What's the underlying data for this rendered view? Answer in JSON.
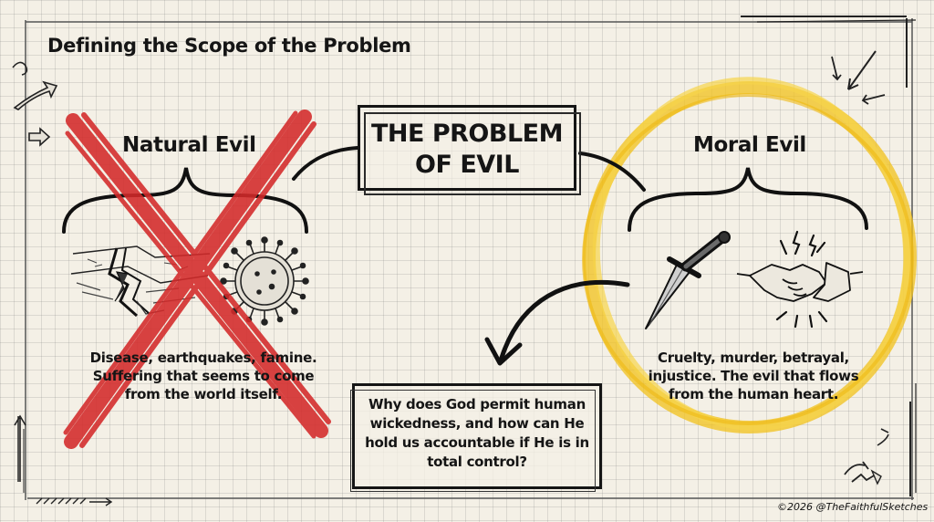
{
  "header": {
    "title": "Defining the Scope of the Problem"
  },
  "center": {
    "title_line1": "THE PROBLEM",
    "title_line2": "OF EVIL"
  },
  "natural": {
    "heading": "Natural Evil",
    "description": "Disease, earthquakes, famine. Suffering that seems to come from the world itself.",
    "icons": [
      "earthquake-crack-icon",
      "virus-icon"
    ],
    "cross_color": "#d42a2a"
  },
  "moral": {
    "heading": "Moral Evil",
    "description": "Cruelty, murder, betrayal, injustice. The evil that flows from the human heart.",
    "icons": [
      "dagger-icon",
      "betrayal-handshake-icon"
    ],
    "highlight_color": "#f2c21b"
  },
  "question": {
    "text": "Why does God permit human wickedness, and how can He hold us accountable if He is in total control?"
  },
  "footer": {
    "copyright": "©2026 @TheFaithfulSketches"
  }
}
